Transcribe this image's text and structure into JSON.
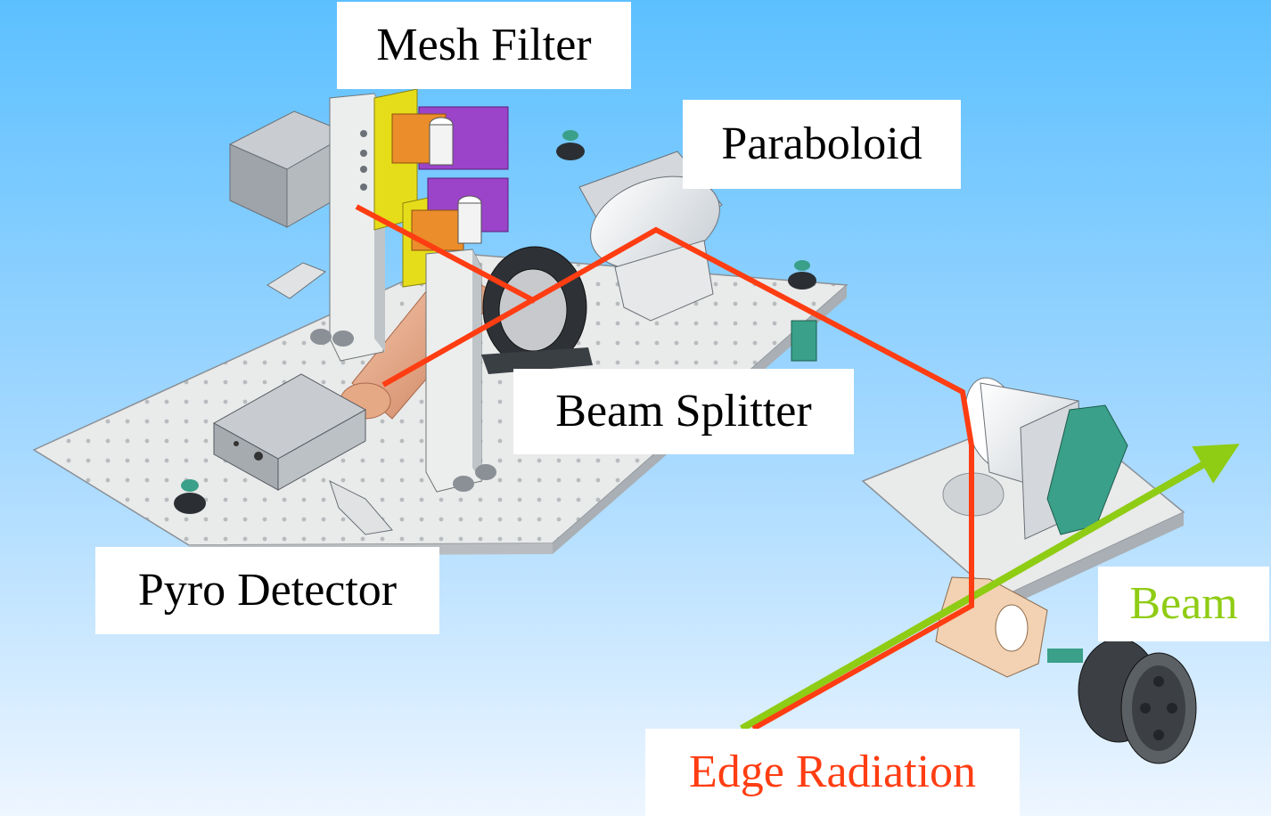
{
  "labels": {
    "mesh_filter": "Mesh Filter",
    "paraboloid": "Paraboloid",
    "beam_splitter": "Beam Splitter",
    "pyro_detector": "Pyro Detector",
    "beam": "Beam",
    "edge_radiation": "Edge Radiation"
  },
  "colors": {
    "background_top": "#6ec6ff",
    "background_bottom": "#eaf4ff",
    "edge_radiation": "#ff3d12",
    "beam": "#8fcc14",
    "label_text": "#000000",
    "breadboard": "#eeeeea",
    "copper": "#e3a07a",
    "purple_mount": "#9b44c9",
    "yellow_mount": "#e6dd1a",
    "orange_mount": "#ea8d2a",
    "green_parts": "#3aa089"
  }
}
